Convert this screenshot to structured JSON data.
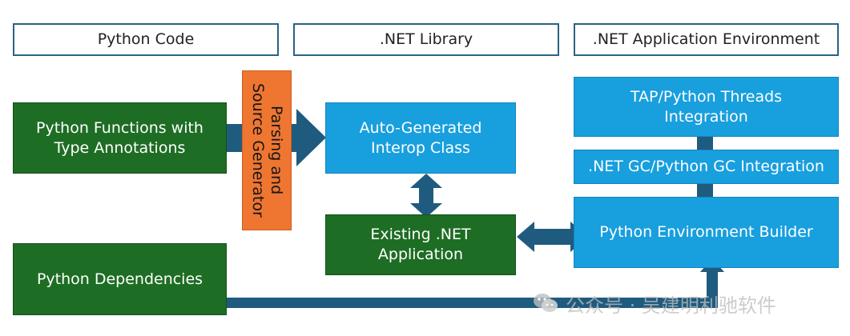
{
  "headers": {
    "python_code": "Python Code",
    "net_library": ".NET Library",
    "net_app_env": ".NET Application Environment"
  },
  "boxes": {
    "python_functions": "Python Functions with\nType Annotations",
    "python_dependencies": "Python Dependencies",
    "parsing_generator": "Parsing and\nSource Generator",
    "interop_class": "Auto-Generated\nInterop Class",
    "existing_app": "Existing .NET\nApplication",
    "tap_threads": "TAP/Python Threads\nIntegration",
    "gc_integration": ".NET GC/Python GC Integration",
    "env_builder": "Python Environment Builder"
  },
  "watermark": {
    "text": "公众号 · 吴建明利驰软件",
    "icon": "wechat-icon"
  },
  "colors": {
    "green": "#1e6d24",
    "blue": "#189fde",
    "orange": "#ee7631",
    "connector": "#1f5b7f",
    "header_border": "#2a6385"
  }
}
